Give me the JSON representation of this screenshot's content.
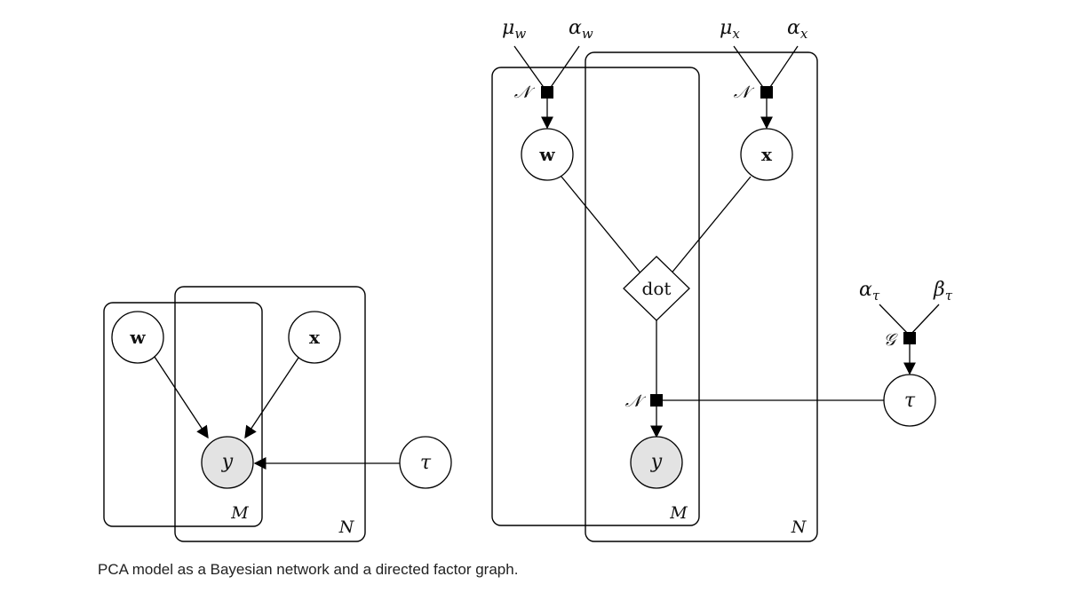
{
  "caption": "PCA model as a Bayesian network and a directed factor graph.",
  "bayesian_network": {
    "node_w": "w",
    "node_x": "x",
    "node_y": "y",
    "node_tau": "τ",
    "plate_M": "M",
    "plate_N": "N"
  },
  "factor_graph": {
    "mu_w": "μ",
    "mu_w_sub": "w",
    "alpha_w": "α",
    "alpha_w_sub": "w",
    "mu_x": "μ",
    "mu_x_sub": "x",
    "alpha_x": "α",
    "alpha_x_sub": "x",
    "factor_w": "𝒩",
    "factor_x": "𝒩",
    "node_w": "w",
    "node_x": "x",
    "dot": "dot",
    "factor_y": "𝒩",
    "node_y": "y",
    "plate_M": "M",
    "plate_N": "N",
    "alpha_tau": "α",
    "alpha_tau_sub": "τ",
    "beta_tau": "β",
    "beta_tau_sub": "τ",
    "factor_tau": "𝒢",
    "node_tau": "τ"
  }
}
